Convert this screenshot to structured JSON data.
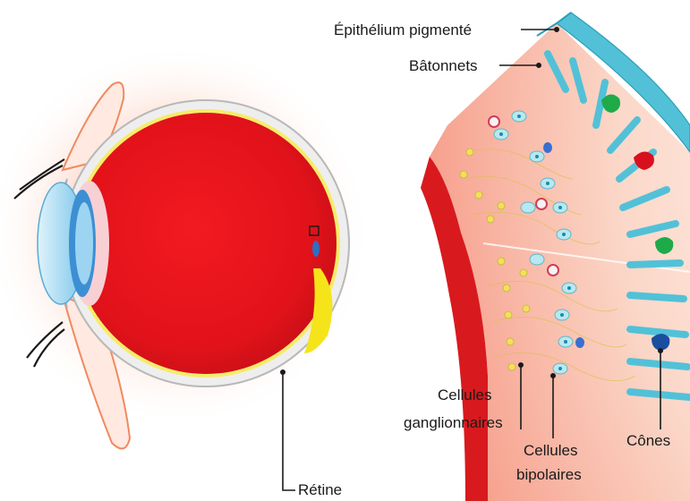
{
  "labels": {
    "epithelium": "Épithélium pigmenté",
    "batonnets": "Bâtonnets",
    "retine": "Rétine",
    "ganglion_l1": "Cellules",
    "ganglion_l2": "ganglionnaires",
    "bipolar_l1": "Cellules",
    "bipolar_l2": "bipolaires",
    "cones": "Cônes"
  },
  "colors": {
    "eyeball": "#e8141a",
    "cornea": "#8fd0ee",
    "iris": "#3d8fd4",
    "macula": "#f2e51c",
    "epithelium": "#52c1d8",
    "glow": "#fbd3c4",
    "ganglion_cell": "#f0e05a",
    "bipolar_cell": "#b8e8f0",
    "cone_green": "#1faa4a",
    "cone_red": "#d8101e",
    "cone_blue": "#1a4fa0"
  }
}
